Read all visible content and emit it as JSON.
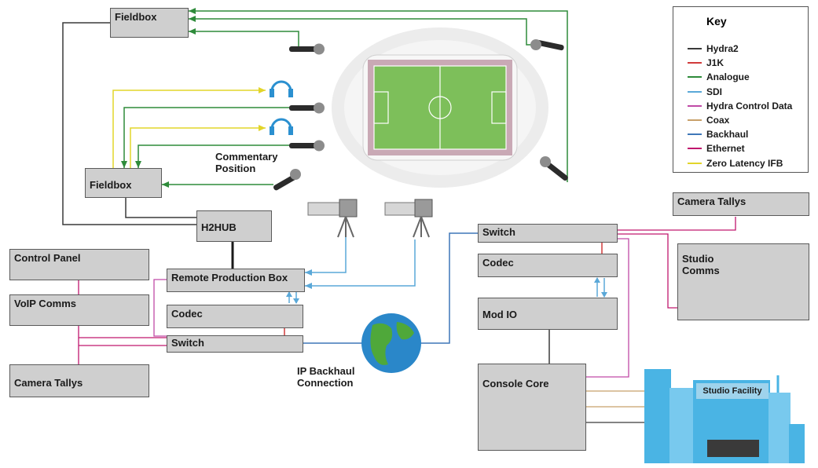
{
  "boxes": {
    "fieldbox_top": "Fieldbox",
    "fieldbox_mid": "Fieldbox",
    "h2hub": "H2HUB",
    "control_panel": "Control Panel",
    "voip_comms": "VoIP Comms",
    "camera_tallys_left": "Camera Tallys",
    "remote_production_box": "Remote Production Box",
    "codec_left": "Codec",
    "switch_left": "Switch",
    "camera_tallys_right": "Camera Tallys",
    "switch_right": "Switch",
    "codec_right": "Codec",
    "mod_io": "Mod IO",
    "studio_comms": "Studio\nComms",
    "console_core": "Console Core"
  },
  "labels": {
    "commentary_position": "Commentary\nPosition",
    "ip_backhaul": "IP Backhaul\nConnection",
    "studio_facility": "Studio Facility"
  },
  "key": {
    "title": "Key",
    "items": [
      {
        "label": "Hydra2",
        "color": "#3a3a3a"
      },
      {
        "label": "J1K",
        "color": "#d13b3b"
      },
      {
        "label": "Analogue",
        "color": "#2e8b3a"
      },
      {
        "label": "SDI",
        "color": "#5aa8d8"
      },
      {
        "label": "Hydra Control Data",
        "color": "#c04aa6"
      },
      {
        "label": "Coax",
        "color": "#c8a06a"
      },
      {
        "label": "Backhaul",
        "color": "#3f77b8"
      },
      {
        "label": "Ethernet",
        "color": "#c0176e"
      },
      {
        "label": "Zero Latency IFB",
        "color": "#e2d52a"
      }
    ]
  },
  "colors": {
    "box_fill": "#cfcfcf",
    "pitch_green": "#7dbf5a",
    "stadium_grey": "#e9e9e9",
    "building_blue": "#4ab4e4",
    "globe_ocean": "#2a87c9",
    "globe_land": "#4fa83a"
  },
  "icons": [
    "microphone-icon",
    "headphones-icon",
    "broadcast-camera-icon",
    "globe-icon",
    "stadium-illustration",
    "city-buildings-illustration"
  ]
}
